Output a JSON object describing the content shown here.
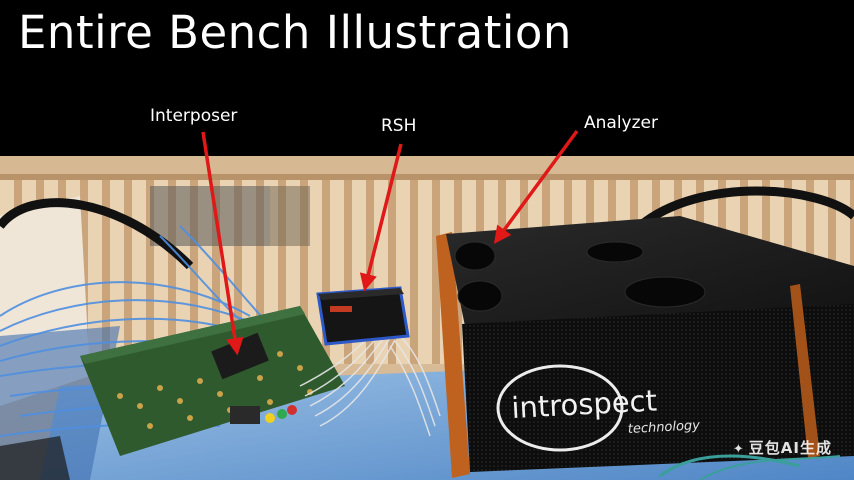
{
  "slide": {
    "title": "Entire Bench Illustration"
  },
  "callouts": [
    {
      "label": "Interposer"
    },
    {
      "label": "RSH"
    },
    {
      "label": "Analyzer"
    }
  ],
  "photo": {
    "analyzer_brand": "introspect",
    "analyzer_subbrand": "technology"
  },
  "watermark": {
    "text": "豆包AI生成"
  },
  "colors": {
    "background": "#000000",
    "arrow": "#e01818",
    "text": "#ffffff"
  }
}
